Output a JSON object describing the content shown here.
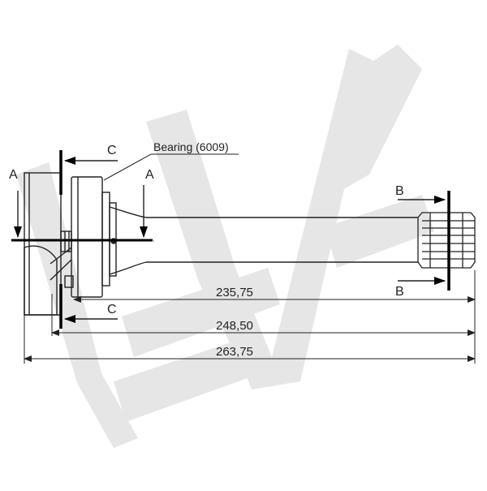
{
  "annotations": {
    "bearing_label": "Bearing (6009)",
    "section_a_left": "A",
    "section_a_right": "A",
    "section_b_top": "B",
    "section_b_bottom": "B",
    "section_c_top": "C",
    "section_c_bottom": "C"
  },
  "dimensions": {
    "d1": "235,75",
    "d2": "248,50",
    "d3": "263,75"
  },
  "watermark": {
    "color": "#e6e6e6"
  },
  "colors": {
    "line": "#222222",
    "section": "#000000"
  }
}
